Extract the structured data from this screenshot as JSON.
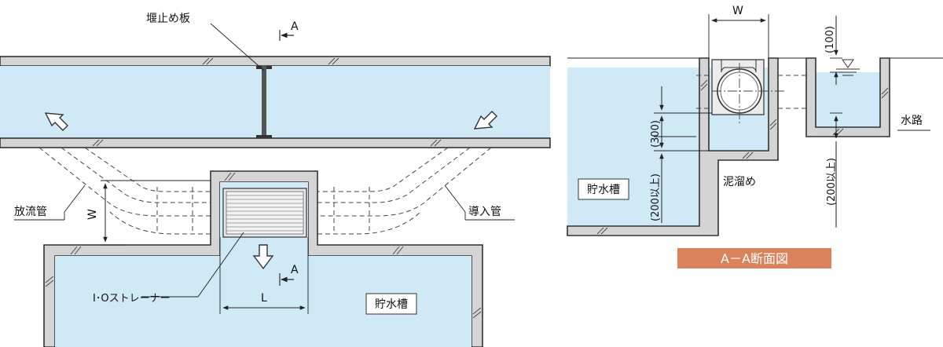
{
  "plan_view": {
    "weir_label": "堰止め板",
    "section_mark": "A",
    "outflow_label": "放流管",
    "inflow_label": "導入管",
    "strainer_label": "I･Oストレーナー",
    "tank_label": "貯水槽",
    "width_dim": "W",
    "length_dim": "L"
  },
  "section_view": {
    "width_dim": "W",
    "dim_100": "(100)",
    "dim_300": "(300)",
    "dim_200_left": "(200以上)",
    "dim_200_right": "(200以上)",
    "tank_label": "貯水槽",
    "sump_label": "泥溜め",
    "channel_label": "水路",
    "title": "A－A断面図"
  },
  "colors": {
    "water": "#d0e9f7",
    "wall": "#d4d4d4",
    "title_bg": "#d9825b"
  }
}
